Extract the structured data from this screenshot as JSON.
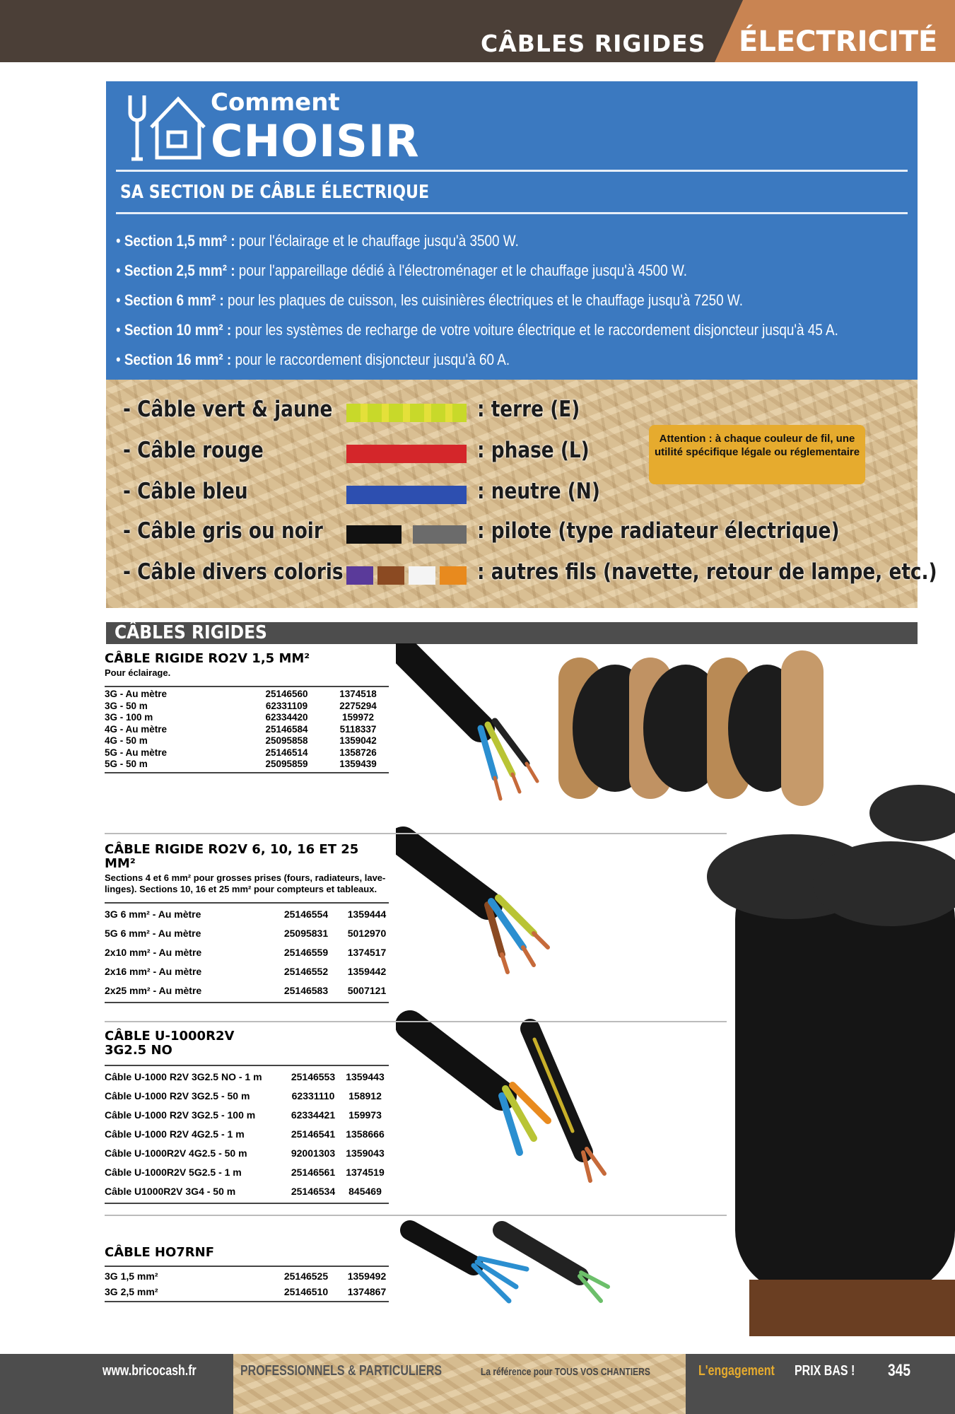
{
  "header": {
    "subcategory": "CÂBLES RIGIDES",
    "category": "ÉLECTRICITÉ",
    "colors": {
      "bar": "#4b3f37",
      "category": "#c98452"
    }
  },
  "guide": {
    "kicker": "Comment",
    "title": "CHOISIR",
    "subtitle": "SA SECTION DE CÂBLE ÉLECTRIQUE",
    "icon": "wrench-house-icon",
    "bullets": [
      {
        "bold": "Section 1,5 mm² :",
        "text": " pour l'éclairage et le chauffage jusqu'à 3500 W."
      },
      {
        "bold": "Section 2,5 mm² :",
        "text": " pour l'appareillage dédié à l'électroménager et le chauffage jusqu'à 4500 W."
      },
      {
        "bold": "Section 6 mm² :",
        "text": " pour les plaques de cuisson, les cuisinières électriques et le chauffage jusqu'à 7250 W."
      },
      {
        "bold": "Section 10 mm² :",
        "text": " pour les systèmes de recharge de votre voiture électrique et le raccordement disjoncteur jusqu'à 45 A."
      },
      {
        "bold": "Section 16 mm² :",
        "text": " pour le raccordement disjoncteur jusqu'à 60 A."
      }
    ]
  },
  "colors_guide": {
    "rows": [
      {
        "label": "- Câble vert & jaune",
        "meaning": ": terre (E)",
        "swatches": [
          "#c8d92a"
        ]
      },
      {
        "label": "- Câble rouge",
        "meaning": ": phase (L)",
        "swatches": [
          "#d4262a"
        ]
      },
      {
        "label": "- Câble bleu",
        "meaning": ": neutre (N)",
        "swatches": [
          "#2d4fb0"
        ]
      },
      {
        "label": "- Câble gris ou noir",
        "meaning": ": pilote (type radiateur électrique)",
        "swatches": [
          "#111111",
          "#6b6b6b"
        ]
      },
      {
        "label": "- Câble divers coloris",
        "meaning": ": autres fils (navette, retour de lampe, etc.)",
        "swatches": [
          "#5a3a9a",
          "#8b4a22",
          "#f4f4f4",
          "#e88a1e"
        ]
      }
    ],
    "attention": "Attention : à chaque couleur de fil, une utilité spécifique légale ou réglementaire"
  },
  "section": {
    "title": "CÂBLES RIGIDES"
  },
  "products": [
    {
      "title": "CÂBLE RIGIDE RO2V 1,5 MM²",
      "desc": "Pour éclairage.",
      "rows": [
        [
          "3G - Au mètre",
          "25146560",
          "1374518"
        ],
        [
          "3G - 50 m",
          "62331109",
          "2275294"
        ],
        [
          "3G - 100 m",
          "62334420",
          "159972"
        ],
        [
          "4G - Au mètre",
          "25146584",
          "5118337"
        ],
        [
          "4G - 50 m",
          "25095858",
          "1359042"
        ],
        [
          "5G - Au mètre",
          "25146514",
          "1358726"
        ],
        [
          "5G - 50 m",
          "25095859",
          "1359439"
        ]
      ]
    },
    {
      "title": "CÂBLE RIGIDE RO2V 6, 10, 16 ET 25 MM²",
      "desc": "Sections 4 et 6 mm² pour grosses prises (fours, radiateurs, lave-linges). Sections 10, 16 et 25 mm² pour compteurs et tableaux.",
      "rows": [
        [
          "3G 6 mm² - Au mètre",
          "25146554",
          "1359444"
        ],
        [
          "5G 6 mm² - Au mètre",
          "25095831",
          "5012970"
        ],
        [
          "2x10 mm² - Au mètre",
          "25146559",
          "1374517"
        ],
        [
          "2x16 mm² - Au mètre",
          "25146552",
          "1359442"
        ],
        [
          "2x25 mm² - Au mètre",
          "25146583",
          "5007121"
        ]
      ]
    },
    {
      "title": "CÂBLE U-1000R2V 3G2.5 NO",
      "desc": "",
      "rows": [
        [
          "Câble U-1000 R2V 3G2.5 NO - 1 m",
          "25146553",
          "1359443"
        ],
        [
          "Câble U-1000 R2V 3G2.5 - 50 m",
          "62331110",
          "158912"
        ],
        [
          "Câble U-1000 R2V 3G2.5 - 100 m",
          "62334421",
          "159973"
        ],
        [
          "Câble U-1000 R2V 4G2.5 - 1 m",
          "25146541",
          "1358666"
        ],
        [
          "Câble U-1000R2V 4G2.5 - 50 m",
          "92001303",
          "1359043"
        ],
        [
          "Câble U-1000R2V 5G2.5 - 1 m",
          "25146561",
          "1374519"
        ],
        [
          "Câble U1000R2V 3G4 - 50 m",
          "25146534",
          "845469"
        ]
      ]
    },
    {
      "title": "CÂBLE HO7RNF",
      "desc": "",
      "rows": [
        [
          "3G 1,5 mm²",
          "25146525",
          "1359492"
        ],
        [
          "3G 2,5 mm²",
          "25146510",
          "1374867"
        ]
      ]
    }
  ],
  "footer": {
    "website": "www.bricocash.fr",
    "slogan": "PROFESSIONNELS & PARTICULIERS",
    "tagline": "La référence pour TOUS VOS CHANTIERS",
    "promise_a": "L'engagement",
    "promise_b": "PRIX BAS !",
    "page": "345",
    "accent": "#e6ab2e"
  }
}
